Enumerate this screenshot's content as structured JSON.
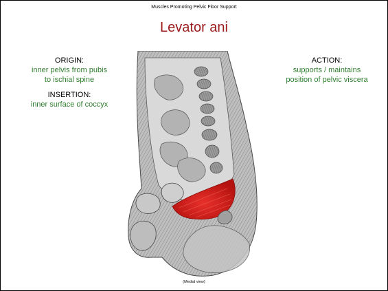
{
  "slide": {
    "header": "Muscles Promoting Pelvic Floor Support",
    "title": "Levator ani",
    "origin": {
      "heading": "ORIGIN:",
      "lines": [
        "inner pelvis from pubis",
        "to ischial spine"
      ]
    },
    "insertion": {
      "heading": "INSERTION:",
      "lines": [
        "inner surface of coccyx"
      ]
    },
    "action": {
      "heading": "ACTION:",
      "lines": [
        "supports / maintains",
        "position of pelvic viscera"
      ]
    },
    "caption": "(Medial view)"
  },
  "colors": {
    "title": "#9b1b1b",
    "values": "#2f7d2f",
    "muscle_highlight": "#d8241d"
  },
  "figure": {
    "icon": "sagittal-pelvis-illustration"
  }
}
